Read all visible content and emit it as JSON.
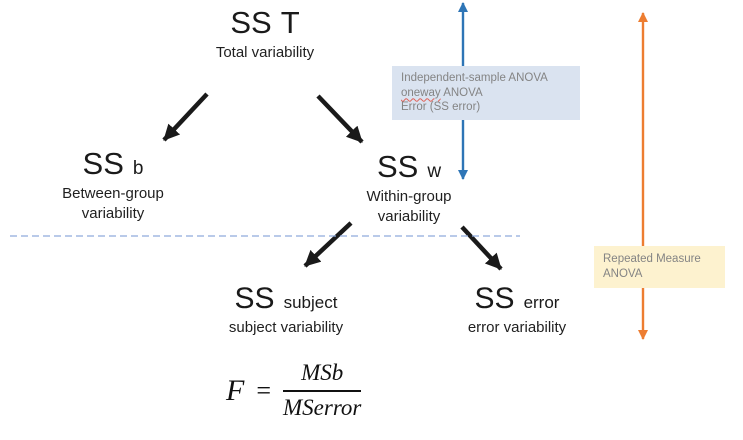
{
  "colors": {
    "black": "#1a1a1a",
    "blue_arrow": "#2e75b6",
    "orange_arrow": "#ed7d31",
    "blue_box_bg": "#dae3f0",
    "yellow_box_bg": "#fdf2cf",
    "box_text": "#848484",
    "dashed_line": "#8faadc",
    "squiggle": "#e06055"
  },
  "nodes": {
    "total": {
      "symbol": "SS",
      "sub": "T",
      "caption": "Total variability"
    },
    "between": {
      "symbol": "SS",
      "sub": "b",
      "caption1": "Between-group",
      "caption2": "variability"
    },
    "within": {
      "symbol": "SS",
      "sub": "w",
      "caption1": "Within-group",
      "caption2": "variability"
    },
    "subject": {
      "symbol": "SS",
      "sub": "subject",
      "caption": "subject variability"
    },
    "error": {
      "symbol": "SS",
      "sub": "error",
      "caption": "error variability"
    }
  },
  "annotations": {
    "independent_anova": {
      "line1": "Independent-sample ANOVA",
      "line2_word": "oneway",
      "line2_rest": " ANOVA",
      "line3": "Error (SS error)"
    },
    "repeated_anova": {
      "line1": "Repeated Measure",
      "line2": "ANOVA"
    }
  },
  "formula": {
    "lhs": "F",
    "eq": "=",
    "numerator": "MSb",
    "denominator": "MSerror"
  }
}
